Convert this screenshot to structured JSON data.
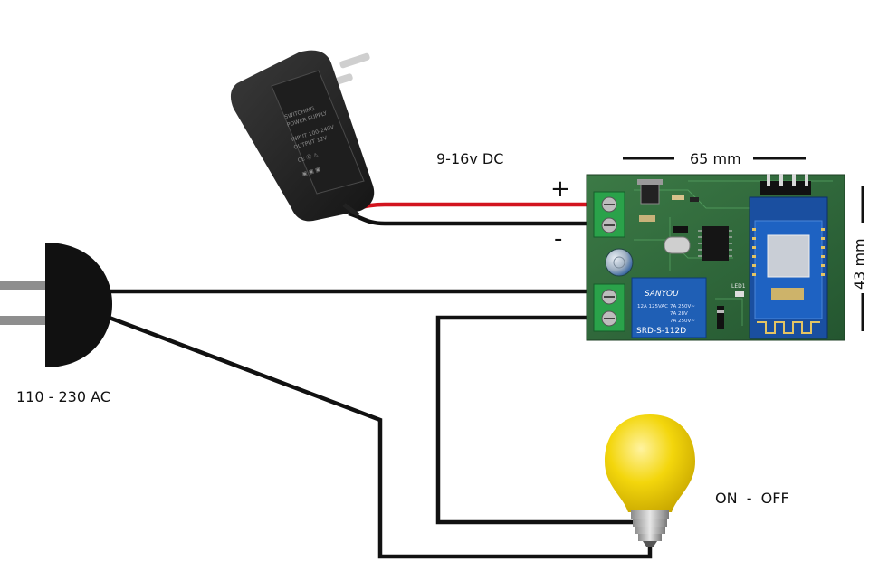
{
  "labels": {
    "voltage": "9-16v DC",
    "plus": "+",
    "minus": "-",
    "width": "65 mm",
    "height": "43 mm",
    "mains": "110 - 230 AC",
    "switch": "ON  -  OFF"
  },
  "board_marks": {
    "relay_brand": "SANYOU",
    "relay_model": "SRD-S-112D",
    "relay_rating_1": "12A 125VAC",
    "relay_rating_2": "7A 250V~",
    "relay_rating_3": "7A 28V",
    "relay_rating_4": "7A 250V~",
    "led": "LED1"
  },
  "colors": {
    "wire": "#111111",
    "positive_wire": "#d2141e",
    "board": "#2f6b3b",
    "terminal": "#2aa24a",
    "relay": "#1f5fb5",
    "module": "#1a4fa0",
    "bulb": "#f5d90f",
    "plug": "#111111",
    "adapter": "#2a2a2a"
  }
}
